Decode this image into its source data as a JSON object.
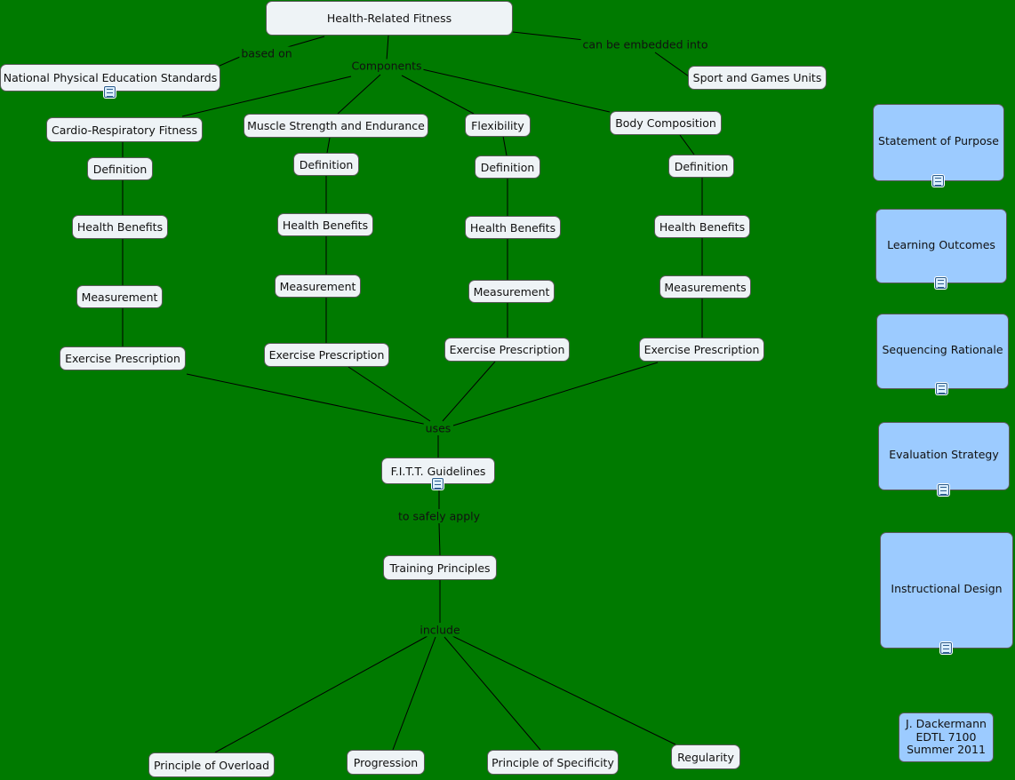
{
  "title_node": "Health-Related Fitness",
  "components_phrase": "Components",
  "based_on_phrase": "based on",
  "embedded_phrase": "can be embedded into",
  "standards_node": "National Physical Education Standards",
  "sport_node": "Sport and Games Units",
  "components": [
    {
      "name": "Cardio-Respiratory Fitness",
      "items": [
        "Definition",
        "Health Benefits",
        "Measurement",
        "Exercise Prescription"
      ]
    },
    {
      "name": "Muscle Strength and Endurance",
      "items": [
        "Definition",
        "Health Benefits",
        "Measurement",
        "Exercise Prescription"
      ]
    },
    {
      "name": "Flexibility",
      "items": [
        "Definition",
        "Health Benefits",
        "Measurement",
        "Exercise Prescription"
      ]
    },
    {
      "name": "Body Composition",
      "items": [
        "Definition",
        "Health Benefits",
        "Measurements",
        "Exercise Prescription"
      ]
    }
  ],
  "uses_phrase": "uses",
  "fitt_node": "F.I.T.T. Guidelines",
  "apply_phrase": "to safely apply",
  "training_node": "Training Principles",
  "include_phrase": "include",
  "principles": [
    "Principle of Overload",
    "Progression",
    "Principle of Specificity",
    "Regularity"
  ],
  "side_panels": [
    "Statement of Purpose",
    "Learning Outcomes",
    "Sequencing Rationale",
    "Evaluation Strategy",
    "Instructional Design"
  ],
  "credit": [
    "J. Dackermann",
    "EDTL 7100",
    "Summer 2011"
  ],
  "colors": {
    "background": "#007a00",
    "node": "#eef3f6",
    "side_panel": "#9ccbff",
    "line": "#000000"
  },
  "icons": {
    "attachment": "document-icon"
  }
}
